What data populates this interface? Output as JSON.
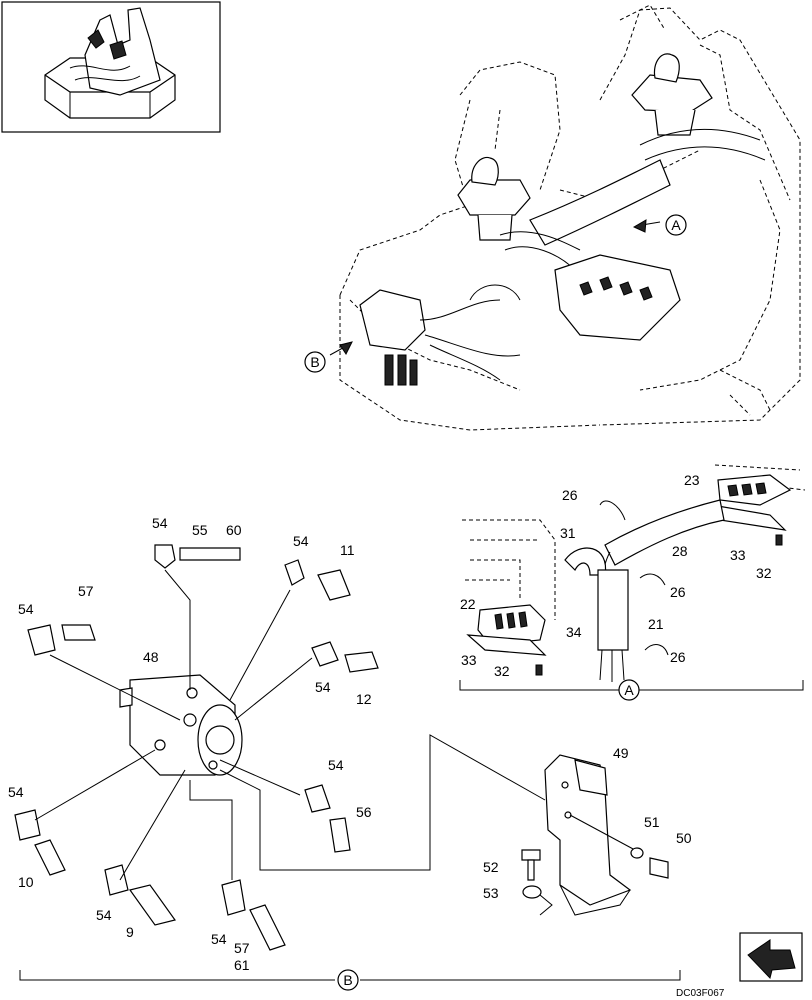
{
  "diagram": {
    "callout_a": "A",
    "callout_b": "B",
    "drawing_code": "DC03F067",
    "labels": {
      "n54_top": "54",
      "n55": "55",
      "n60": "60",
      "n54_b": "54",
      "n11": "11",
      "n54_left": "54",
      "n57_left": "57",
      "n48": "48",
      "n54_mid": "54",
      "n12": "12",
      "n54_right": "54",
      "n56": "56",
      "n54_bl": "54",
      "n10": "10",
      "n54_bot": "54",
      "n9": "9",
      "n54_bot2": "54",
      "n57_bot": "57",
      "n61": "61",
      "n49": "49",
      "n51": "51",
      "n50": "50",
      "n52": "52",
      "n53": "53",
      "n26_top": "26",
      "n23": "23",
      "n31": "31",
      "n28": "28",
      "n33_right": "33",
      "n32_right": "32",
      "n26_mid": "26",
      "n22": "22",
      "n21": "21",
      "n34": "34",
      "n26_bot": "26",
      "n33_left": "33",
      "n32_left": "32"
    }
  }
}
